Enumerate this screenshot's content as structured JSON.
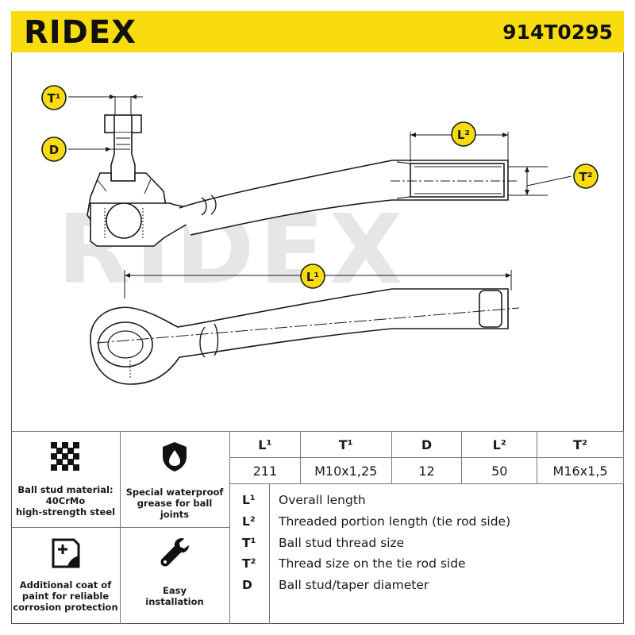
{
  "header": {
    "brand": "RIDEX",
    "part_number": "914T0295"
  },
  "drawing": {
    "watermark": "RIDEX",
    "labels": {
      "t1": "T¹",
      "d": "D",
      "l2": "L²",
      "t2": "T²",
      "l1": "L¹"
    }
  },
  "features": [
    {
      "icon": "cross-hatch-icon",
      "text": [
        "Ball stud material:",
        "40CrMo",
        "high-strength steel"
      ]
    },
    {
      "icon": "shield-drop-icon",
      "text": [
        "Special waterproof",
        "grease for ball",
        "joints"
      ]
    },
    {
      "icon": "paint-coat-icon",
      "text": [
        "Additional coat of",
        "paint for reliable",
        "corrosion protection"
      ]
    },
    {
      "icon": "wrench-icon",
      "text": [
        "Easy",
        "installation"
      ]
    }
  ],
  "specs": {
    "headers": [
      "L¹",
      "T¹",
      "D",
      "L²",
      "T²"
    ],
    "values": [
      "211",
      "M10x1,25",
      "12",
      "50",
      "M16x1,5"
    ]
  },
  "legend": [
    {
      "symbol": "L¹",
      "text": "Overall length"
    },
    {
      "symbol": "L²",
      "text": "Threaded portion length (tie rod side)"
    },
    {
      "symbol": "T¹",
      "text": "Ball stud thread size"
    },
    {
      "symbol": "T²",
      "text": "Thread size on the tie rod side"
    },
    {
      "symbol": "D",
      "text": "Ball stud/taper diameter"
    }
  ],
  "colors": {
    "accent": "#f9dc0f",
    "ink": "#1a1a1a",
    "watermark": "#e6e6e6"
  }
}
